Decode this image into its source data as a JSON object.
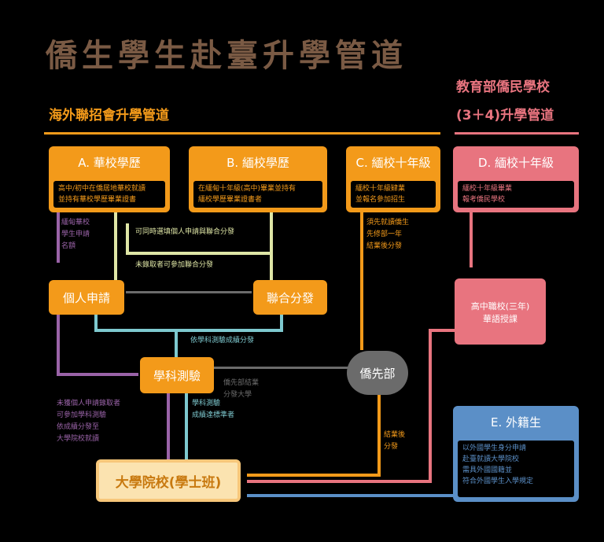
{
  "title": "僑生學生赴臺升學管道",
  "sections": {
    "left": "海外聯招會升學管道",
    "right_line1": "教育部僑民學校",
    "right_line2": "(3＋4)升學管道"
  },
  "boxes": {
    "a": {
      "header": "A. 華校學歷",
      "line1": "高中/初中在僑居地華校就讀",
      "line2": "並持有華校學歷畢業證書"
    },
    "b": {
      "header": "B. 緬校學歷",
      "line1": "在緬甸十年級(高中)畢業並持有",
      "line2": "緬校學歷畢業證書者"
    },
    "c": {
      "header": "C. 緬校十年級",
      "line1": "緬校十年級肄業",
      "line2": "並報名參加招生"
    },
    "d": {
      "header": "D. 緬校十年級",
      "line1": "緬校十年級畢業",
      "line2": "報考僑民學校"
    },
    "e": {
      "header": "E. 外籍生",
      "line1": "以外國學生身分申請",
      "line2": "赴臺就讀大學院校",
      "line3": "需具外國國籍並",
      "line4": "符合外國學生入學規定"
    }
  },
  "nodes": {
    "personal": "個人申請",
    "joint": "聯合分發",
    "exam": "學科測驗",
    "prep": "僑先部",
    "highschool_line1": "高中職校(三年)",
    "highschool_line2": "華語授課",
    "university": "大學院校(學士班)"
  },
  "labels": {
    "a_side_1": "緬甸華校",
    "a_side_2": "學生申請",
    "a_side_3": "名額",
    "h1": "可同時選填個人申請與聯合分發",
    "h2": "未錄取者可參加聯合分發",
    "c_side_1": "須先就讀僑生",
    "c_side_2": "先修部一年",
    "c_side_3": "結業後分發",
    "exam_note": "依學科測驗成績分發",
    "sub_1": "學科測驗",
    "sub_2": "成績達標準者",
    "left_1": "未獲個人申請錄取者",
    "left_2": "可參加學科測驗",
    "left_3": "依成績分發至",
    "left_4": "大學院校就讀",
    "mid_1": "僑先部結業",
    "mid_2": "分發大學",
    "prep_1": "結業後",
    "prep_2": "分發"
  },
  "colors": {
    "orange": "#f39a1a",
    "pink": "#e8747f",
    "blue": "#5b8fc7",
    "gray": "#6b6b6b",
    "brown": "#7a5a44",
    "teal": "#7ec9cf",
    "purple": "#9a63a8",
    "lime": "#dfe6a6"
  }
}
